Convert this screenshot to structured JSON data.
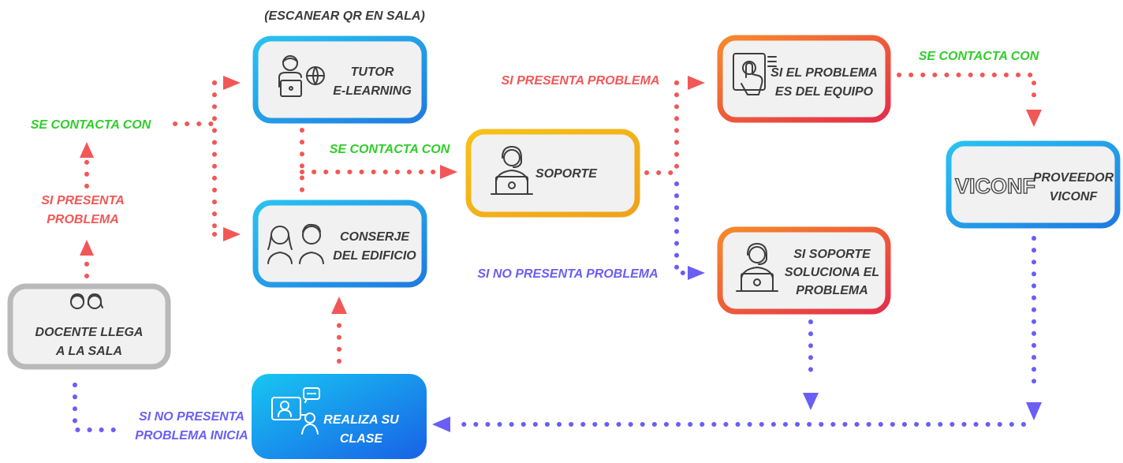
{
  "colors": {
    "red": "#f25757",
    "green": "#2fce2a",
    "blue": "#6a5ef5",
    "grey": "#b9b9b9"
  },
  "nodes": {
    "docente": {
      "line1": "DOCENTE LLEGA",
      "line2": "A LA SALA",
      "icon": "two-faces-icon"
    },
    "tutor": {
      "line1": "TUTOR",
      "line2": "E-LEARNING",
      "caption": "(ESCANEAR QR EN SALA)",
      "icon": "tutor-globe-icon"
    },
    "conserje": {
      "line1": "CONSERJE",
      "line2": "DEL EDIFICIO",
      "icon": "two-people-icon"
    },
    "soporte": {
      "line1": "SOPORTE",
      "icon": "headset-laptop-icon"
    },
    "equipo": {
      "line1": "SI EL PROBLEMA",
      "line2": "ES DEL EQUIPO",
      "icon": "touch-screen-icon"
    },
    "soluciona": {
      "line1": "SI SOPORTE",
      "line2": "SOLUCIONA EL",
      "line3": "PROBLEMA",
      "icon": "headset-laptop-icon"
    },
    "viconf": {
      "logo": "VICONF",
      "line1": "PROVEEDOR",
      "line2": "VICONF"
    },
    "clase": {
      "line1": "REALIZA SU",
      "line2": "CLASE",
      "icon": "video-class-icon"
    }
  },
  "labels": {
    "si_presenta_1": "SI PRESENTA",
    "si_presenta_2": "PROBLEMA",
    "se_contacta_left": "SE CONTACTA CON",
    "se_contacta_mid": "SE CONTACTA CON",
    "se_contacta_right": "SE CONTACTA CON",
    "si_presenta_problema": "SI PRESENTA PROBLEMA",
    "si_no_presenta_problema": "SI NO PRESENTA PROBLEMA",
    "si_no_inicia_1": "SI NO PRESENTA",
    "si_no_inicia_2": "PROBLEMA INICIA"
  }
}
